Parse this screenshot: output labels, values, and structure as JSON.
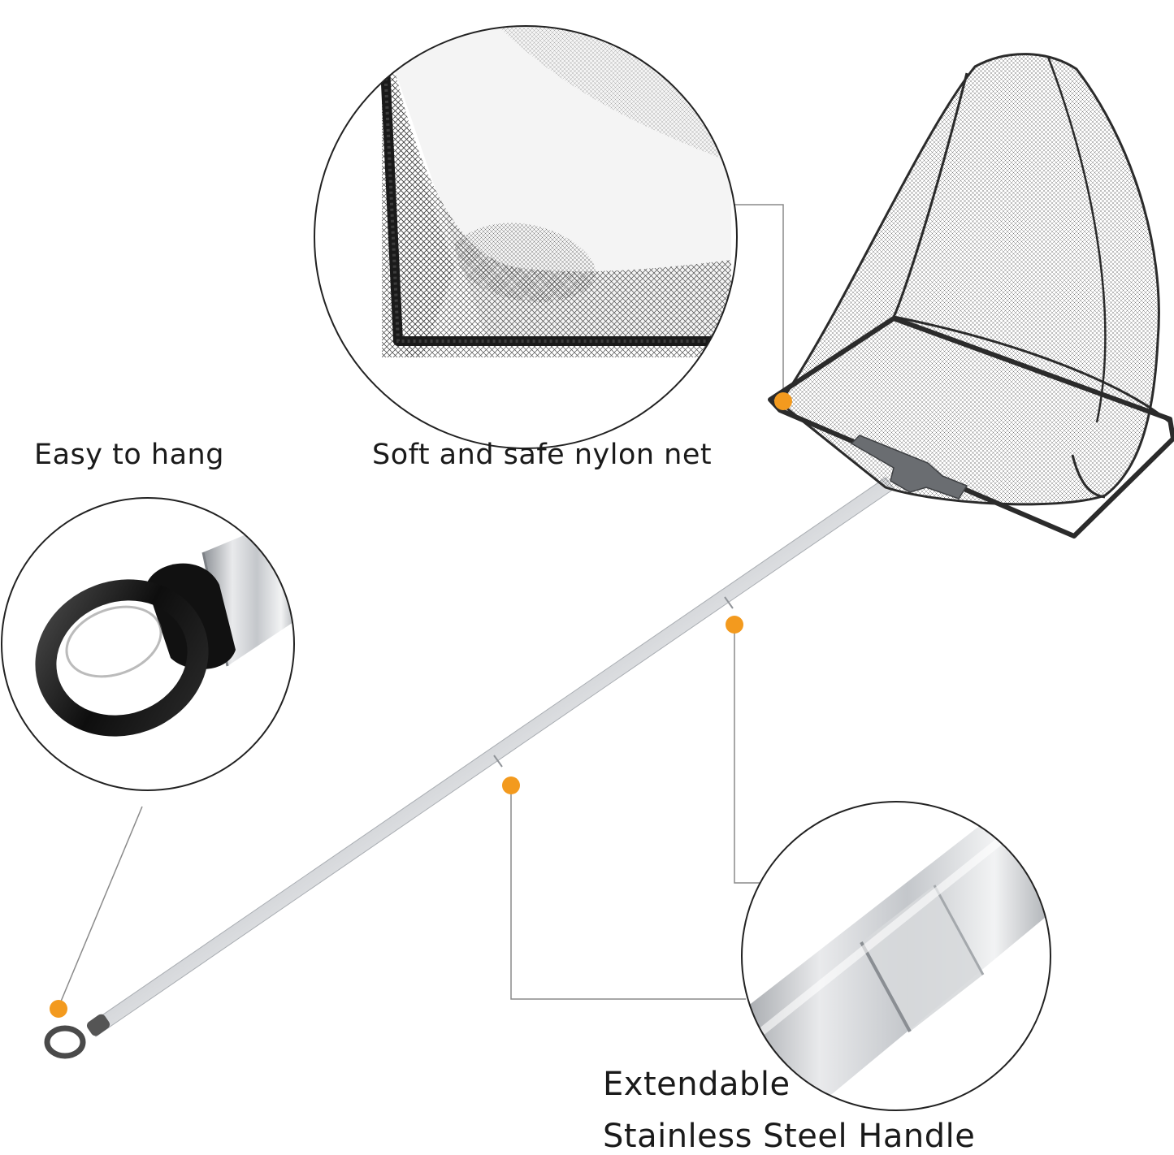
{
  "features": {
    "hang": {
      "label": "Easy to hang"
    },
    "net": {
      "label": "Soft and safe nylon net"
    },
    "handle": {
      "label_line1": "Extendable",
      "label_line2": "Stainless Steel Handle"
    }
  },
  "colors": {
    "background": "#ffffff",
    "accent_dot": "#f39a1e",
    "callout_line": "#8a8a8a",
    "net_frame": "#2b2b2b",
    "steel": "#cfd2d6"
  }
}
